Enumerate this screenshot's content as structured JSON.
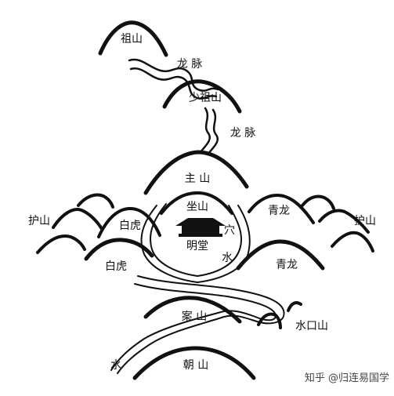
{
  "labels": {
    "zushan": "祖山",
    "longmai_upper": "龙 脉",
    "shaozushan": "少祖山",
    "longmai_lower": "龙 脉",
    "zhushan": "主 山",
    "zuoshan": "坐山",
    "xue": "穴",
    "mingtang": "明堂",
    "shui_center": "水",
    "huishan_left": "护山",
    "huishan_right": "护山",
    "baihu_upper": "白虎",
    "baihu_lower": "白虎",
    "qinglong_upper": "青龙",
    "qinglong_lower": "青龙",
    "anshan": "案 山",
    "shuikoushan": "水口山",
    "shui_bottom": "水",
    "chaoshan": "朝 山"
  },
  "watermark": "知乎 @归连易国学",
  "colors": {
    "ink": "#111111",
    "background": "#ffffff"
  }
}
